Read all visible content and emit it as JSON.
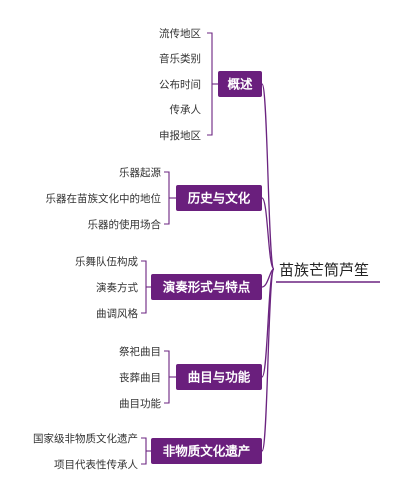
{
  "root": {
    "label": "苗族芒筒芦笙"
  },
  "branches": [
    {
      "label": "概述",
      "leaves": [
        "流传地区",
        "音乐类别",
        "公布时间",
        "传承人",
        "申报地区"
      ]
    },
    {
      "label": "历史与文化",
      "leaves": [
        "乐器起源",
        "乐器在苗族文化中的地位",
        "乐器的使用场合"
      ]
    },
    {
      "label": "演奏形式与特点",
      "leaves": [
        "乐舞队伍构成",
        "演奏方式",
        "曲调风格"
      ]
    },
    {
      "label": "曲目与功能",
      "leaves": [
        "祭祀曲目",
        "丧葬曲目",
        "曲目功能"
      ]
    },
    {
      "label": "非物质文化遗产",
      "leaves": [
        "国家级非物质文化遗产",
        "项目代表性传承人"
      ]
    }
  ],
  "colors": {
    "branch_fill": "#6a1f7d",
    "connector": "#6b2480",
    "branch_text": "#ffffff"
  }
}
